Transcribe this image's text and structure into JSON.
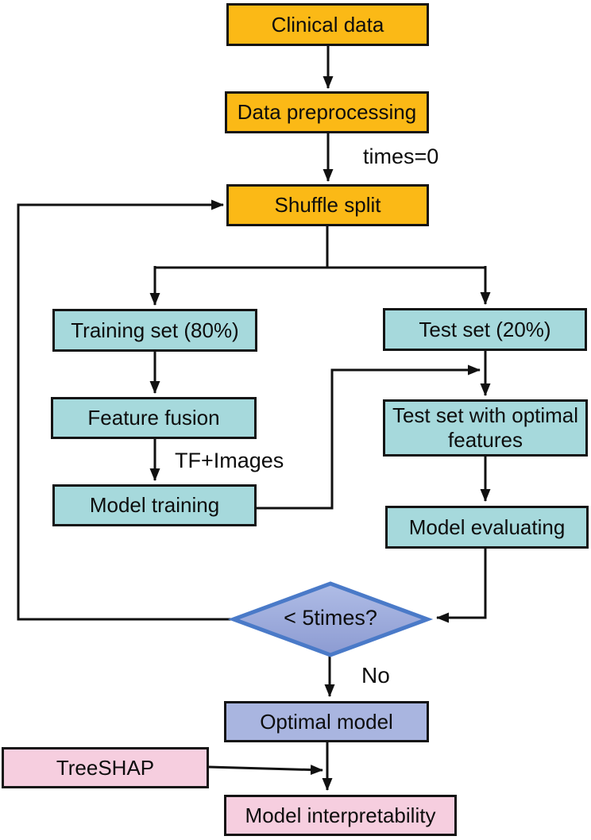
{
  "flowchart": {
    "nodes": {
      "clinical_data": {
        "label": "Clinical data"
      },
      "data_preprocessing": {
        "label": "Data preprocessing"
      },
      "shuffle_split": {
        "label": "Shuffle split"
      },
      "training_set": {
        "label": "Training set (80%)"
      },
      "feature_fusion": {
        "label": "Feature fusion"
      },
      "model_training": {
        "label": "Model training"
      },
      "test_set": {
        "label": "Test set (20%)"
      },
      "test_set_optimal": {
        "label": "Test set with optimal features"
      },
      "model_evaluating": {
        "label": "Model evaluating"
      },
      "loop_decision": {
        "label": "< 5times?"
      },
      "optimal_model": {
        "label": "Optimal model"
      },
      "treeshap": {
        "label": "TreeSHAP"
      },
      "model_interpretability": {
        "label": "Model interpretability"
      }
    },
    "edge_labels": {
      "times": "times=0",
      "tf_images": "TF+Images",
      "no": "No"
    },
    "colors": {
      "process_orange": "#fbb916",
      "process_teal": "#a6d9dc",
      "result_blue": "#a9b5e0",
      "result_pink": "#f6cedf",
      "decision_fill_top": "#b0bde6",
      "decision_fill_bottom": "#8c9bd2",
      "decision_border": "#4a7ac8",
      "line": "#111111"
    }
  }
}
